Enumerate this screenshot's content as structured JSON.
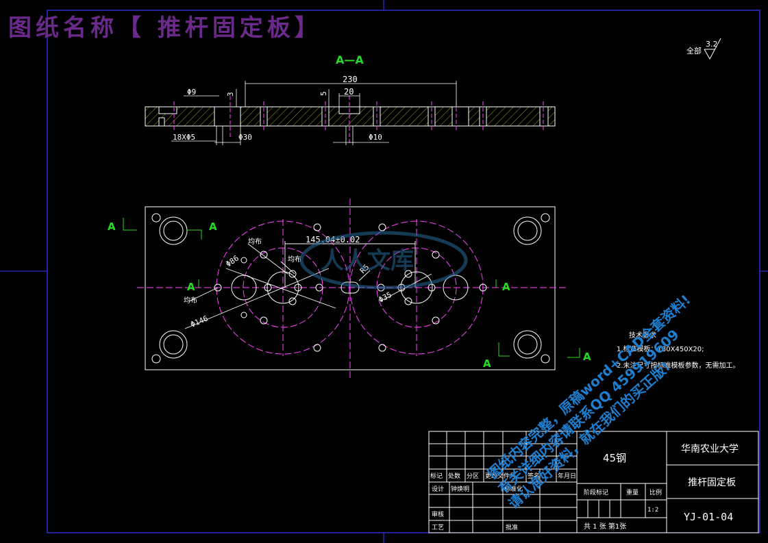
{
  "header": {
    "title": "图纸名称【 推杆固定板】"
  },
  "roughness": {
    "label": "全部",
    "value": "3.2"
  },
  "section_view": {
    "label": "A—A",
    "dims": {
      "overall": "230",
      "slot_width": "20",
      "depth_3": "3",
      "depth_5": "5",
      "hole_9": "Φ9",
      "holes_18x5": "18XΦ5",
      "hole_30": "Φ30",
      "hole_10": "Φ10"
    }
  },
  "plan_view": {
    "center_distance": "145.04±0.02",
    "dia_86": "Φ86",
    "dia_146": "Φ146",
    "dia_35": "Φ35",
    "radius_5": "R5",
    "even_1": "均布",
    "even_2": "均布",
    "even_3": "均布",
    "section_mark": "A"
  },
  "tech_requirements": {
    "title": "技术要求",
    "line1": "1.标准模板：180X450X20;",
    "line2": "2.未注尺寸按标准模板参数，无需加工。"
  },
  "title_block": {
    "material": "45钢",
    "school": "华南农业大学",
    "part_name": "推杆固定板",
    "drawing_no": "YJ-01-04",
    "scale": "1:2",
    "sheets": "共 1 张 第1张",
    "col_mark": "标记",
    "col_count": "处数",
    "col_zone": "分区",
    "col_change": "更改文件号",
    "col_sign": "签名",
    "col_date": "年月日",
    "design": "设计",
    "designer": "钟焕明",
    "standard": "标准化",
    "stage": "阶段标记",
    "weight": "重量",
    "ratio": "比例",
    "review": "审核",
    "process": "工艺",
    "approve": "批准"
  },
  "watermark": {
    "logo_text": "人人文库",
    "line1": "图纸内容完整，原稿word+CAD全套资料!",
    "line2": "有关详细内容请联系QQ 459919609",
    "line3": "请认准好资料，就在我们的买正版!"
  }
}
